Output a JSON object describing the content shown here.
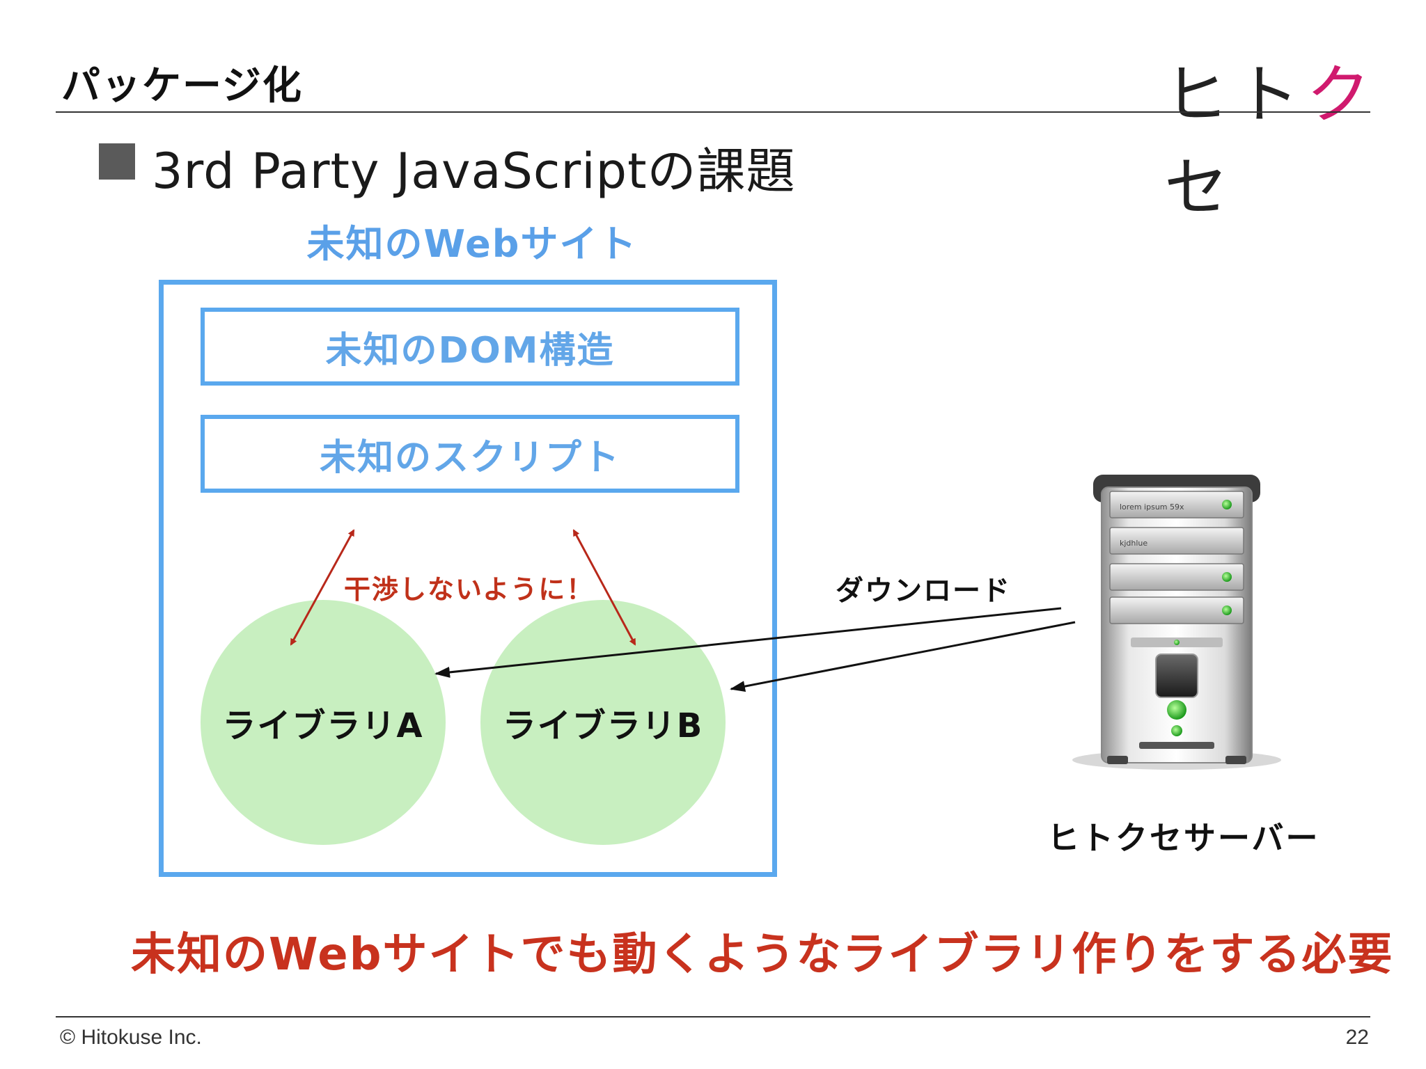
{
  "header": {
    "title": "パッケージ化",
    "logo": "ヒトクセ"
  },
  "heading": {
    "text": "3rd Party JavaScriptの課題"
  },
  "diagram": {
    "website_label": "未知のWebサイト",
    "dom_box": "未知のDOM構造",
    "script_box": "未知のスクリプト",
    "library_a": "ライブラリA",
    "library_b": "ライブラリB",
    "conflict_label": "干渉しないように！",
    "download_label": "ダウンロード",
    "server_label": "ヒトクセサーバー",
    "server_panel_texts": [
      "lorem ipsum 59x",
      "kjdhlue"
    ]
  },
  "conclusion": "未知のWebサイトでも動くようなライブラリ作りをする必要",
  "footer": {
    "copyright": "© Hitokuse Inc.",
    "page_number": "22"
  },
  "colors": {
    "box_blue": "#5aa8ee",
    "circle_green": "#c8efc0",
    "accent_red": "#c8321e",
    "logo_magenta": "#d01a6e"
  },
  "icons": {
    "server": "server-tower-icon",
    "bullet": "square-bullet-icon"
  }
}
